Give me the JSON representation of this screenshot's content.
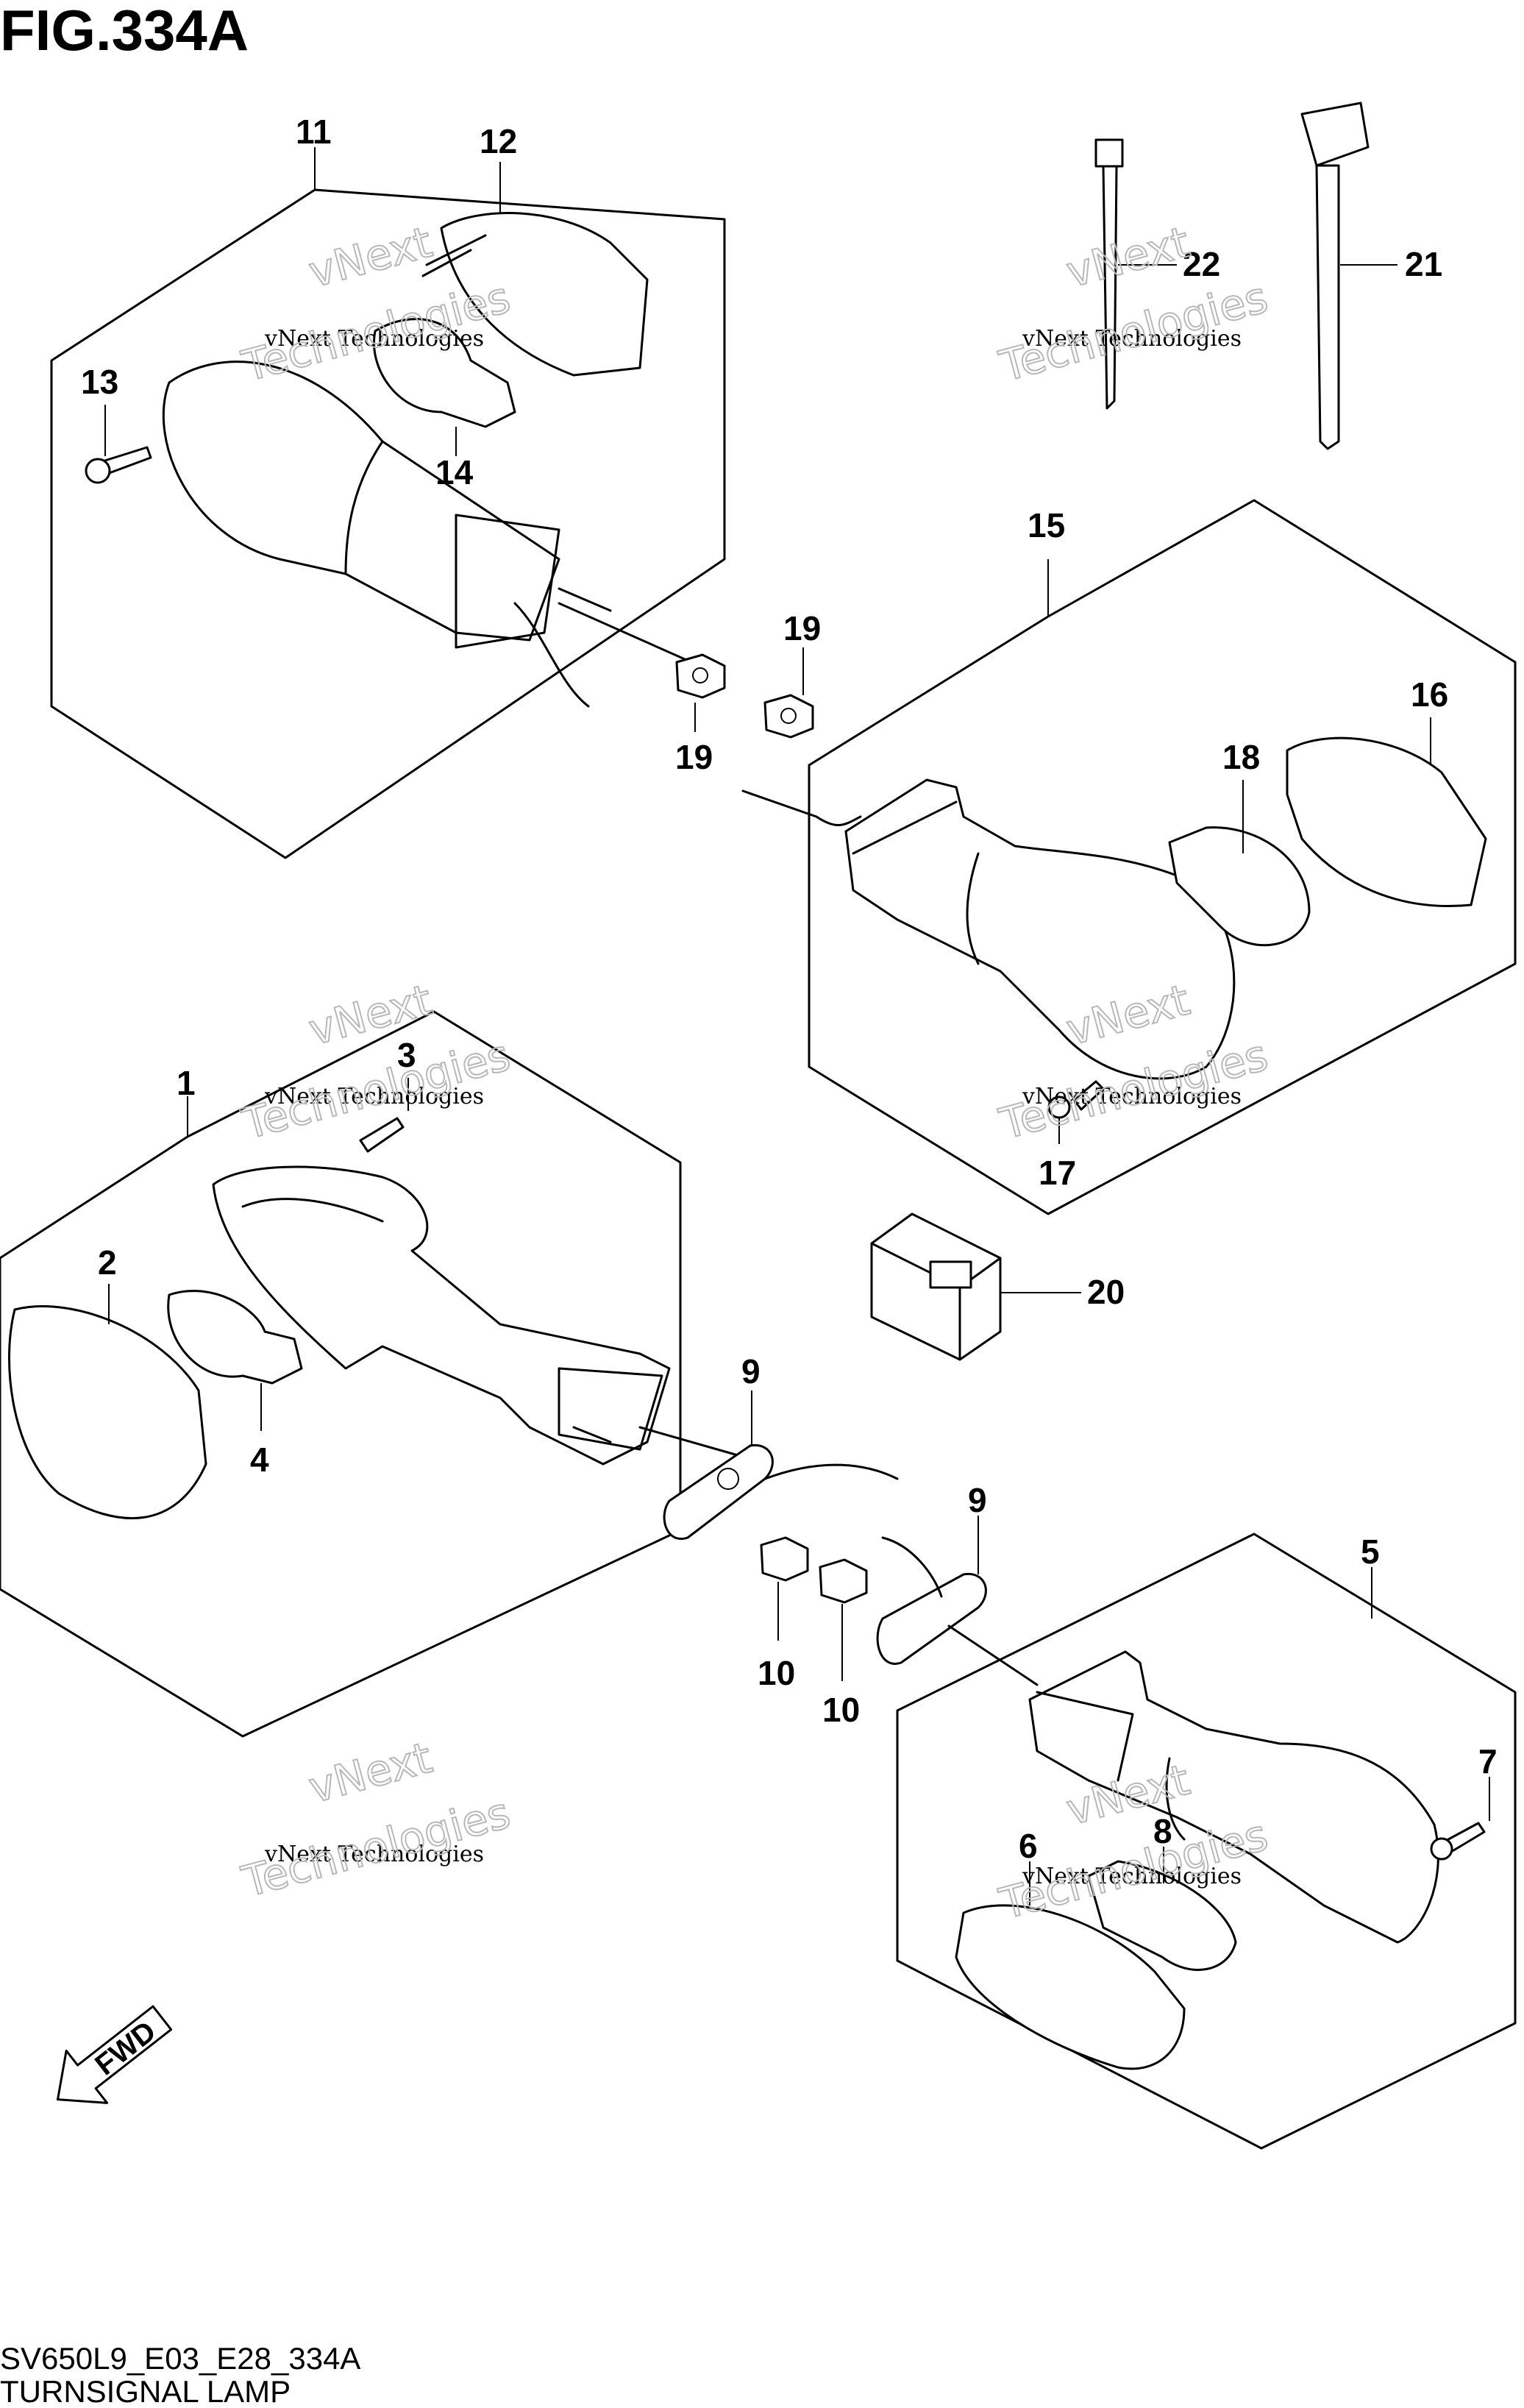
{
  "figure": {
    "title": "FIG.334A",
    "code": "SV650L9_E03_E28_334A",
    "caption": "TURNSIGNAL LAMP"
  },
  "watermark": {
    "line1": "vNext",
    "line2": "vNext Technologies",
    "line3": "Technologies"
  },
  "direction_label": "FWD",
  "callouts": {
    "c1": "1",
    "c2": "2",
    "c3": "3",
    "c4": "4",
    "c5": "5",
    "c6": "6",
    "c7": "7",
    "c8": "8",
    "c9a": "9",
    "c9b": "9",
    "c10a": "10",
    "c10b": "10",
    "c11": "11",
    "c12": "12",
    "c13": "13",
    "c14": "14",
    "c15": "15",
    "c16": "16",
    "c17": "17",
    "c18": "18",
    "c19a": "19",
    "c19b": "19",
    "c20": "20",
    "c21": "21",
    "c22": "22"
  }
}
